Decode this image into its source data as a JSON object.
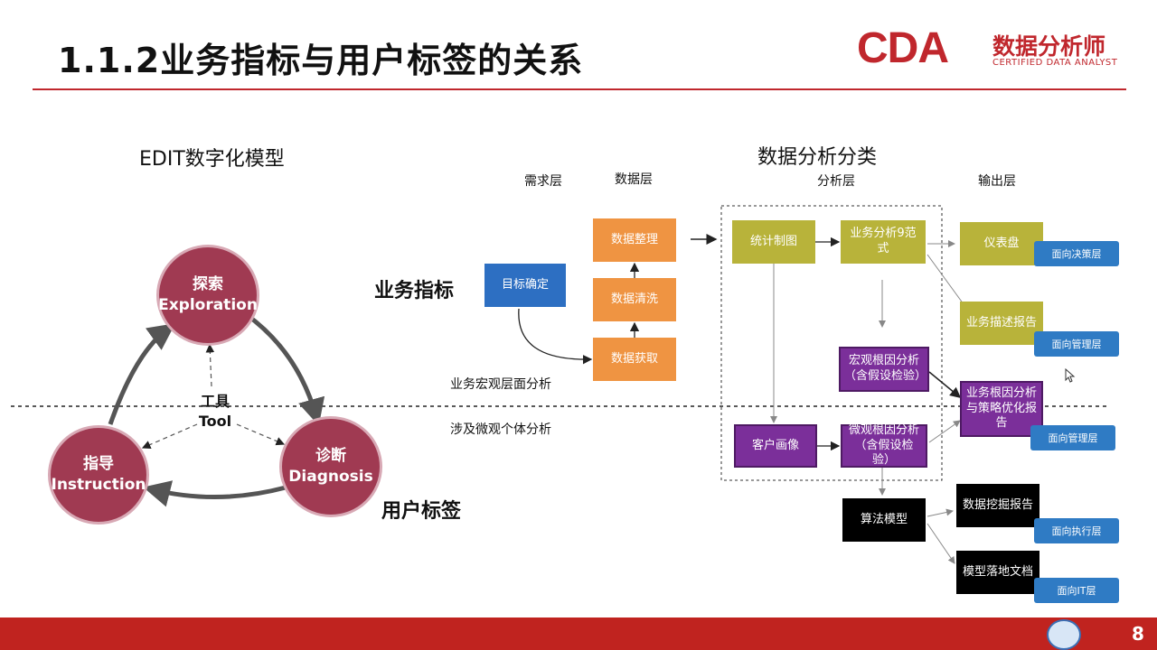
{
  "title": "1.1.2业务指标与用户标签的关系",
  "logo": {
    "cda": "CDA",
    "cn": "数据分析师",
    "en": "CERTIFIED DATA ANALYST"
  },
  "left": {
    "title": "EDIT数字化模型",
    "nodes": {
      "explore": {
        "cn": "探索",
        "en": "Exploration"
      },
      "diagnose": {
        "cn": "诊断",
        "en": "Diagnosis"
      },
      "instruct": {
        "cn": "指导",
        "en": "Instruction"
      }
    },
    "tool": {
      "cn": "工具",
      "en": "Tool"
    }
  },
  "right": {
    "title": "数据分析分类",
    "layers": {
      "demand": "需求层",
      "data": "数据层",
      "analysis": "分析层",
      "output": "输出层"
    },
    "demand_box": "目标确定",
    "data_boxes": [
      "数据整理",
      "数据清洗",
      "数据获取"
    ],
    "analysis_boxes": {
      "stats": "统计制图",
      "biz9": "业务分析9范式",
      "macro": "宏观根因分析（含假设检验）",
      "customer": "客户画像",
      "micro": "微观根因分析（含假设检验）",
      "algo": "算法模型"
    },
    "output_boxes": {
      "dashboard": "仪表盘",
      "report": "业务描述报告",
      "strategy": "业务根因分析与策略优化报告",
      "mining": "数据挖掘报告",
      "doc": "模型落地文档"
    },
    "tags": {
      "decision": "面向决策层",
      "manage1": "面向管理层",
      "manage2": "面向管理层",
      "exec": "面向执行层",
      "it": "面向IT层"
    }
  },
  "labels": {
    "business_indicator": "业务指标",
    "user_tag": "用户标签",
    "macro_line": "业务宏观层面分析",
    "micro_line": "涉及微观个体分析"
  },
  "page_number": "8"
}
